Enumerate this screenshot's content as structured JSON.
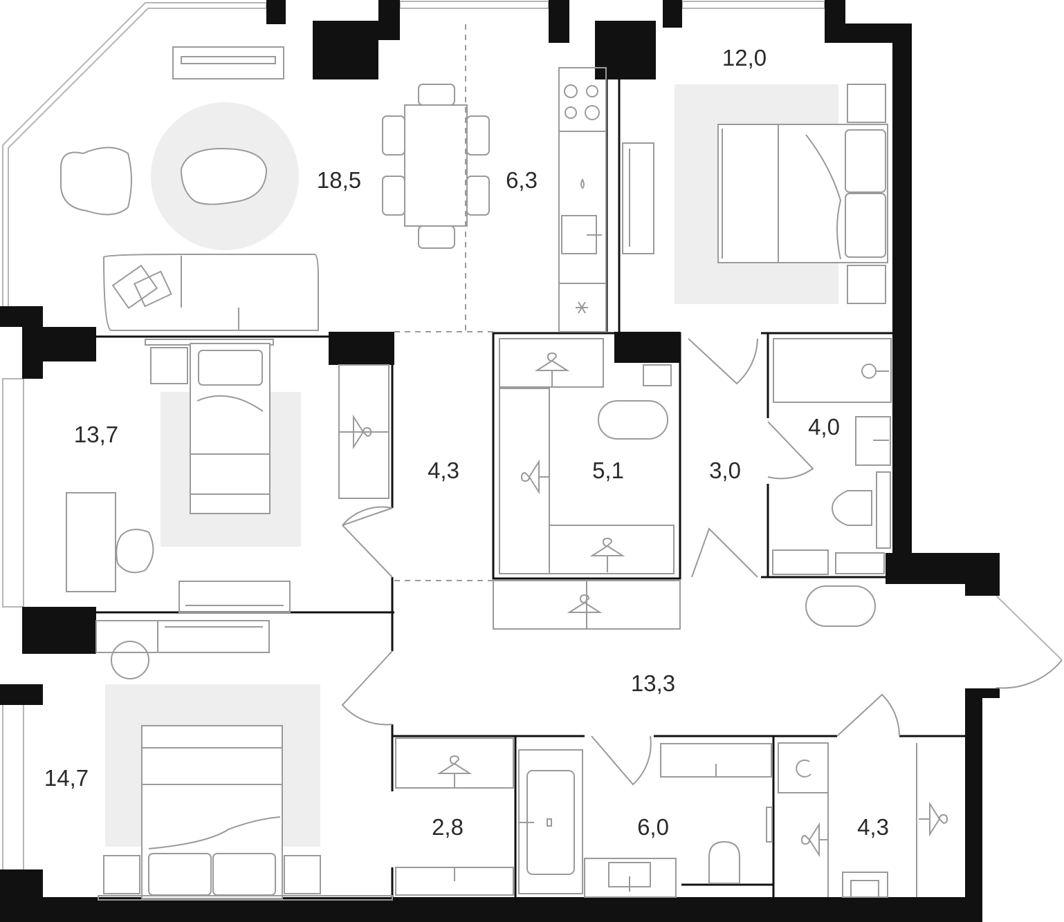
{
  "rooms": [
    {
      "id": "living",
      "area": "18,5"
    },
    {
      "id": "kitchen",
      "area": "6,3"
    },
    {
      "id": "bedroom-ne",
      "area": "12,0"
    },
    {
      "id": "bedroom-w",
      "area": "13,7"
    },
    {
      "id": "hall-upper",
      "area": "4,3"
    },
    {
      "id": "wardrobe-center",
      "area": "5,1"
    },
    {
      "id": "corridor-center",
      "area": "3,0"
    },
    {
      "id": "bathroom-ne",
      "area": "4,0"
    },
    {
      "id": "hall-main",
      "area": "13,3"
    },
    {
      "id": "bedroom-sw",
      "area": "14,7"
    },
    {
      "id": "wardrobe-s",
      "area": "2,8"
    },
    {
      "id": "bathroom-s",
      "area": "6,0"
    },
    {
      "id": "laundry-se",
      "area": "4,3"
    }
  ],
  "icons": {
    "hanger": "hanger-icon",
    "hob": "hob-icon",
    "sink": "sink-icon",
    "toilet": "toilet-icon",
    "bathtub": "bathtub-icon",
    "washer": "washer-icon"
  },
  "colors": {
    "wall": "#111111",
    "furniture": "#9a9a9a",
    "rug": "#eeeeee"
  }
}
